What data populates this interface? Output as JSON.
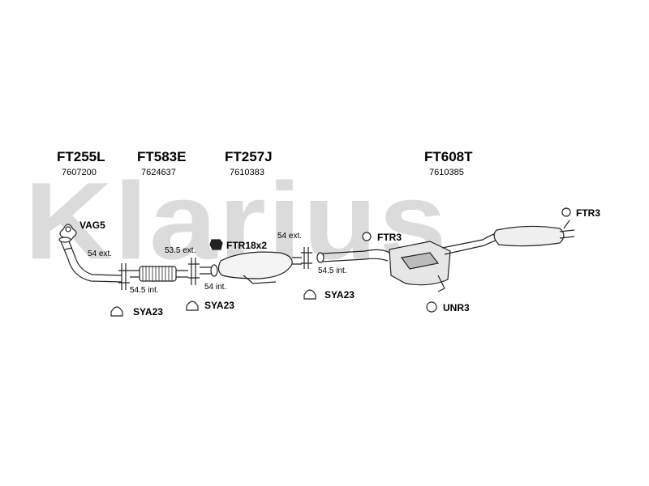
{
  "watermark": "Klarius",
  "sections": [
    {
      "code": "FT255L",
      "number": "7607200"
    },
    {
      "code": "FT583E",
      "number": "7624637"
    },
    {
      "code": "FT257J",
      "number": "7610383"
    },
    {
      "code": "FT608T",
      "number": "7610385"
    }
  ],
  "parts": {
    "vag5": "VAG5",
    "ftr18x2": "FTR18x2",
    "ftr3_mid": "FTR3",
    "ftr3_right": "FTR3",
    "sya23_a": "SYA23",
    "sya23_b": "SYA23",
    "sya23_c": "SYA23",
    "unr3": "UNR3"
  },
  "notes": {
    "n54ext_a": "54 ext.",
    "n545int_a": "54.5 int.",
    "n535ext": "53.5 ext.",
    "n54int": "54 int.",
    "n54ext_b": "54 ext.",
    "n545int_b": "54.5 int."
  }
}
